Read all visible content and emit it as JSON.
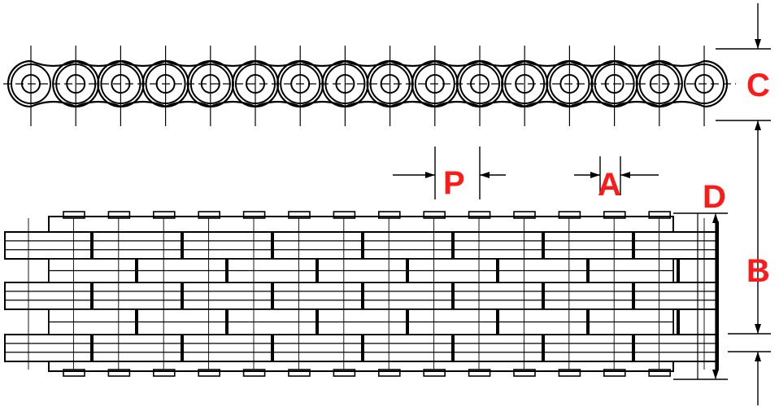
{
  "diagram": {
    "labels": {
      "C": "C",
      "P": "P",
      "A": "A",
      "D": "D",
      "B": "B"
    },
    "label_color": "#ff1a1a",
    "line_color": "#000000",
    "top_view_link_count": 16,
    "bottom_view_strand_count": 3
  }
}
